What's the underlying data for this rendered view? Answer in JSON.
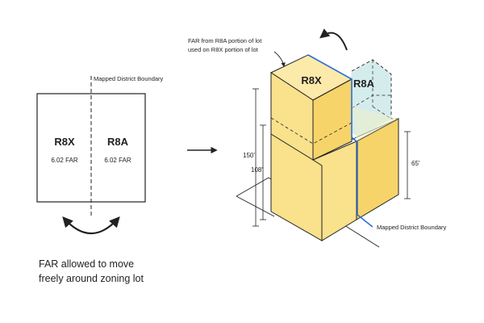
{
  "left_diagram": {
    "boundary_label": "Mapped District Boundary",
    "zone_left": {
      "name": "R8X",
      "far": "6.02 FAR"
    },
    "zone_right": {
      "name": "R8A",
      "far": "6.02 FAR"
    }
  },
  "caption": {
    "line1": "FAR allowed to move",
    "line2": "freely around zoning lot"
  },
  "right_diagram": {
    "note_line1": "FAR from R8A portion of lot",
    "note_line2": "used on R8X portion of lot",
    "zone_left": "R8X",
    "zone_right": "R8A",
    "dim_150": "150'",
    "dim_108": "108'",
    "dim_65": "65'",
    "boundary_label": "Mapped District Boundary"
  },
  "colors": {
    "building_yellow": "#FAE18C",
    "ghost_blue": "#D5ECEC",
    "boundary_blue": "#2E6FD8",
    "line": "#222222"
  }
}
